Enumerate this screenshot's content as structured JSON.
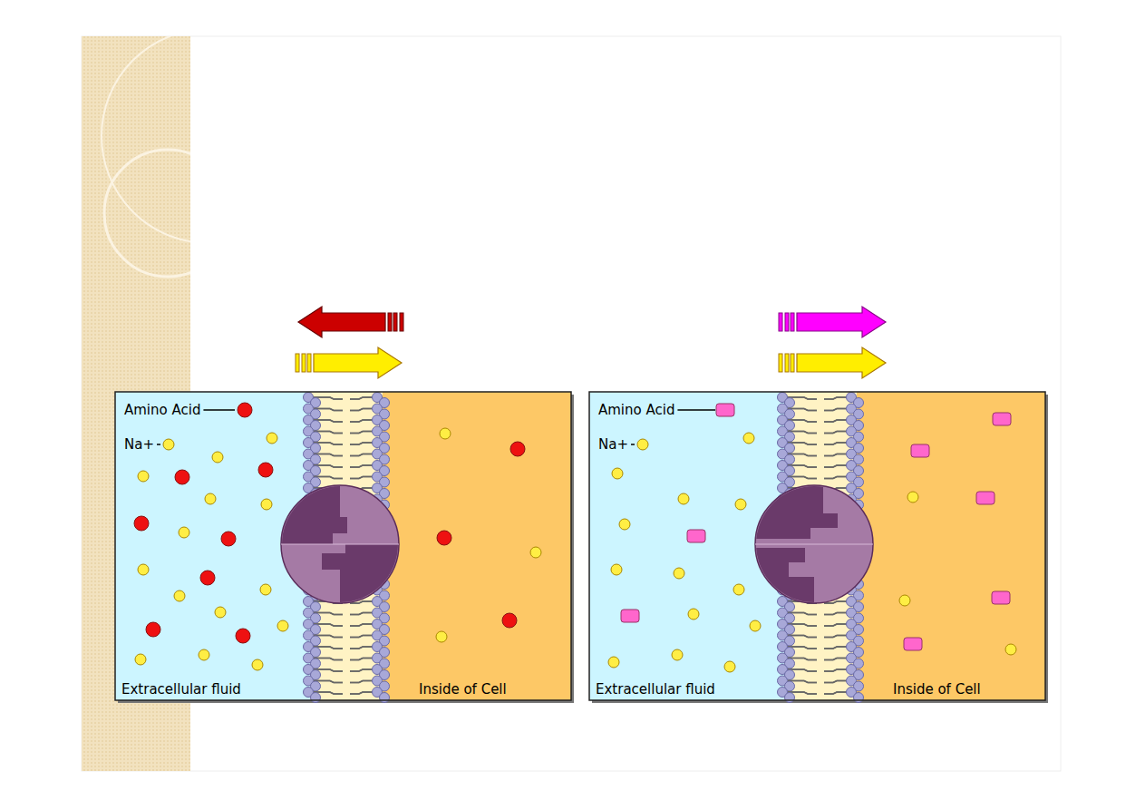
{
  "diagram": {
    "labels": [
      "Amino Acid",
      "Na+",
      "Extracellular fluid",
      "Inside of Cell",
      "Amino Acid",
      "Na+",
      "Extracellular fluid",
      "Inside of Cell"
    ]
  }
}
